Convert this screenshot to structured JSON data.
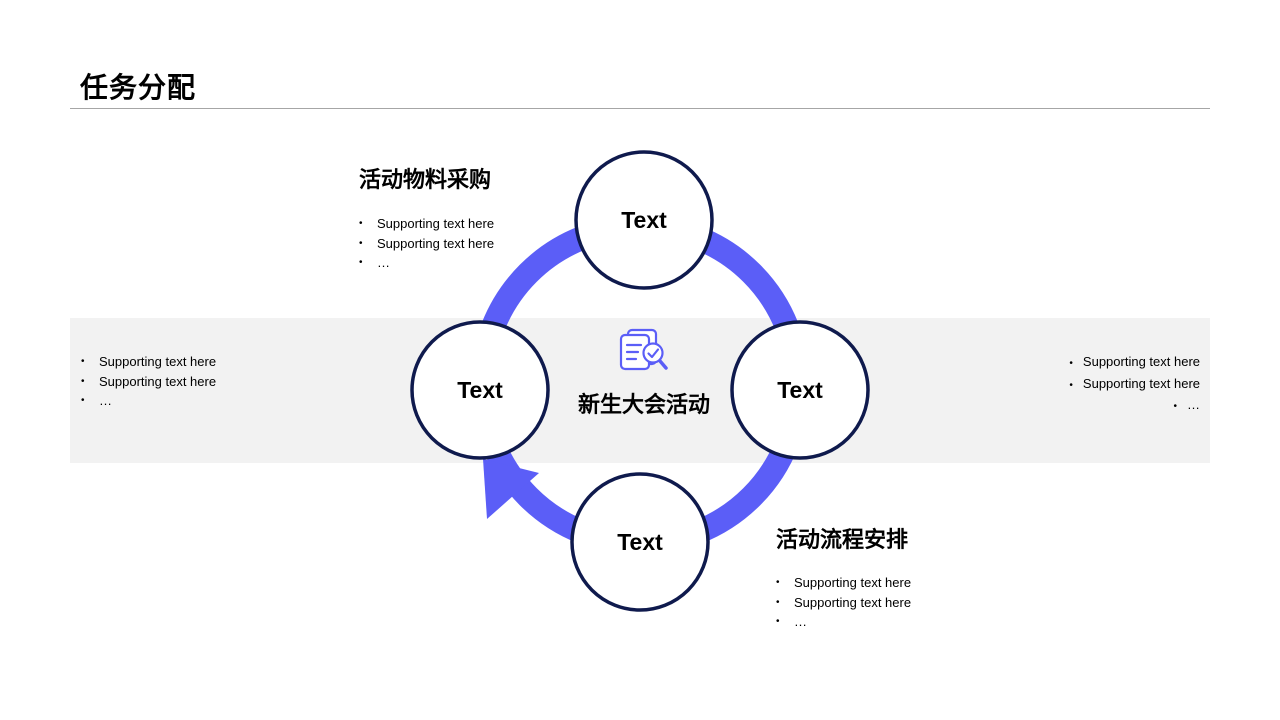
{
  "title": "任务分配",
  "center": {
    "label": "新生大会活动",
    "icon": "clipboard-check-icon"
  },
  "nodes": [
    {
      "id": "top",
      "label": "Text"
    },
    {
      "id": "left",
      "label": "Text"
    },
    {
      "id": "right",
      "label": "Text"
    },
    {
      "id": "bottom",
      "label": "Text"
    }
  ],
  "sections": {
    "top": {
      "title": "活动物料采购",
      "bullets": [
        "Supporting  text here",
        "Supporting  text here",
        "…"
      ]
    },
    "left": {
      "bullets": [
        "Supporting  text here",
        "Supporting  text here",
        "…"
      ]
    },
    "right": {
      "bullets": [
        "Supporting  text here",
        "Supporting  text here",
        "…"
      ]
    },
    "bottom": {
      "title": "活动流程安排",
      "bullets": [
        "Supporting  text here",
        "Supporting  text here",
        "…"
      ]
    }
  },
  "colors": {
    "ring": "#5b5ef7",
    "node_border": "#0f1a4d",
    "band": "#f2f2f2",
    "title_rule": "#a6a6a6",
    "icon": "#5b5ef7"
  }
}
